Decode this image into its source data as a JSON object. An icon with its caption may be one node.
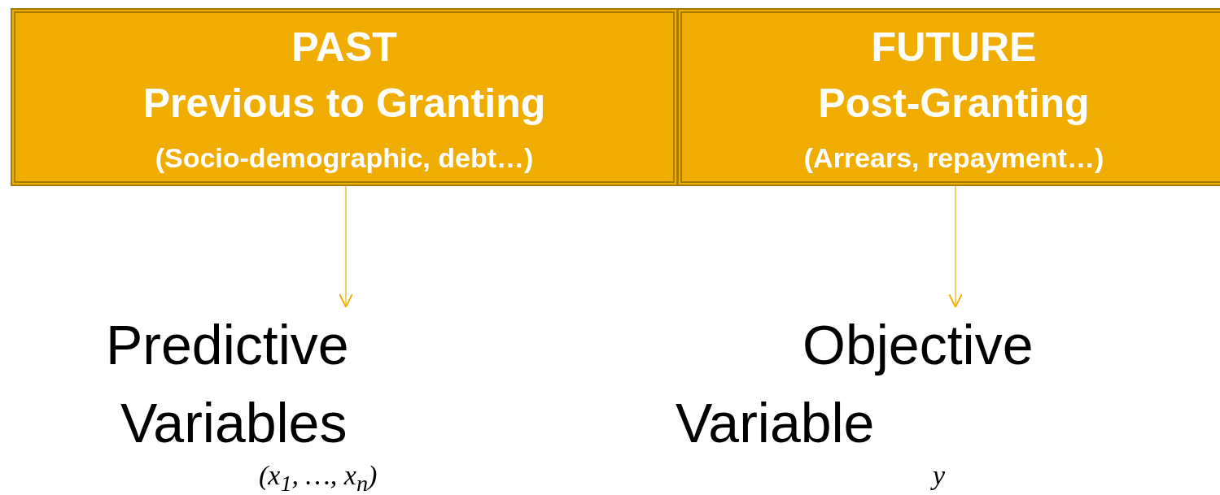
{
  "diagram": {
    "nodes": [
      {
        "text": [
          "PAST",
          "Previous to Granting",
          "(Socio-demographic, debt…)"
        ]
      },
      {
        "text": [
          "FUTURE",
          "Post-Granting",
          "(Arrears, repayment…)"
        ]
      },
      {
        "text": [
          "Predictive Variables"
        ],
        "beside": [
          "(x$_{1}$, …, x$_{n}$)"
        ]
      },
      {
        "text": [
          "Objective Variable"
        ],
        "beside": [
          "y"
        ]
      }
    ],
    "edges": [
      {
        "from": 0,
        "to": 2,
        "arrow": "to"
      },
      {
        "from": 1,
        "to": 3,
        "arrow": "to"
      }
    ]
  }
}
